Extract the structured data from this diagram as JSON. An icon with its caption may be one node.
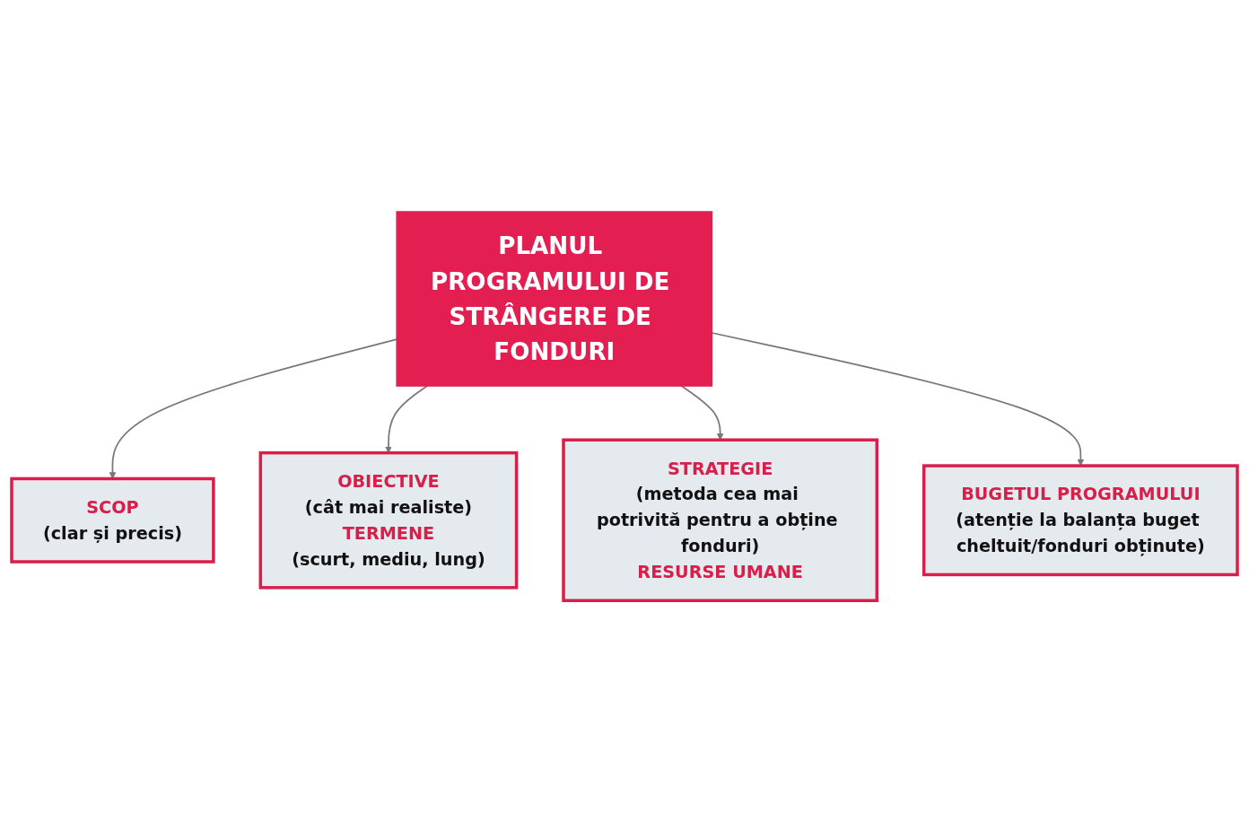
{
  "diagram": {
    "nodes": [
      {
        "text": [
          "SCOP",
          "(clar și precis)"
        ]
      },
      {
        "text": [
          "OBIECTIVE",
          "(cât mai realiste)",
          "TERMENE",
          "(scurt, mediu, lung)"
        ]
      },
      {
        "text": [
          "PLANUL PROGRAMULUI DE STRÂNGERE DE FONDURI"
        ]
      },
      {
        "text": [
          "STRATEGIE",
          "(metoda cea mai potrivită pentru a obține fonduri)",
          "RESURSE UMANE"
        ]
      },
      {
        "text": [
          "BUGETUL PROGRAMULUI",
          "(atenție la balanța buget cheltuit/fonduri obținute)"
        ]
      }
    ],
    "edges": [
      {
        "from": 2,
        "to": 0,
        "arrow": "to"
      },
      {
        "from": 2,
        "to": 1,
        "arrow": "to"
      },
      {
        "from": 2,
        "to": 3,
        "arrow": "to"
      },
      {
        "from": 2,
        "to": 4,
        "arrow": "to"
      }
    ]
  }
}
